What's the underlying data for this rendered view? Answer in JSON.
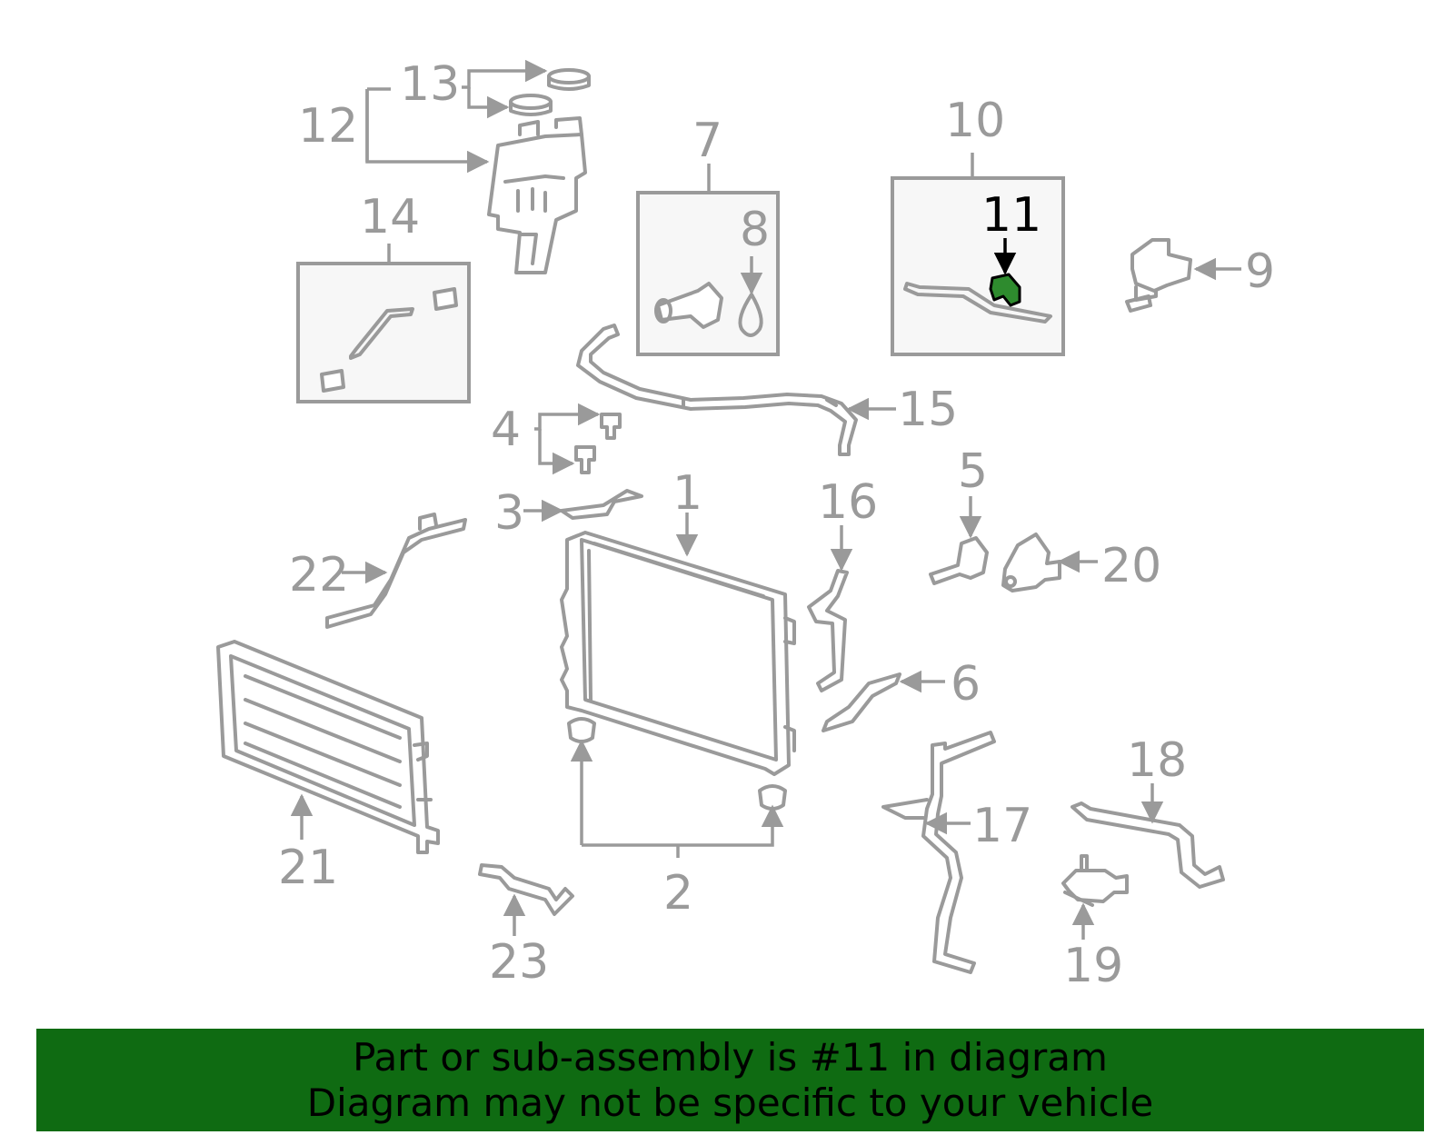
{
  "diagram": {
    "labels": {
      "p1": "1",
      "p2": "2",
      "p3": "3",
      "p4": "4",
      "p5": "5",
      "p6": "6",
      "p7": "7",
      "p8": "8",
      "p9": "9",
      "p10": "10",
      "p11": "11",
      "p12": "12",
      "p13": "13",
      "p14": "14",
      "p15": "15",
      "p16": "16",
      "p17": "17",
      "p18": "18",
      "p19": "19",
      "p20": "20",
      "p21": "21",
      "p22": "22",
      "p23": "23"
    },
    "highlighted_part": "11"
  },
  "colors": {
    "part_line": "#9a9a9a",
    "highlight_fill": "#2e8b2e",
    "highlight_label": "#000000",
    "banner_bg": "#0f6b12",
    "inset_box_bg": "#f7f7f7"
  },
  "footer": {
    "line1": "Part or sub-assembly is #11 in diagram",
    "line2": "Diagram may not be specific to your vehicle"
  }
}
